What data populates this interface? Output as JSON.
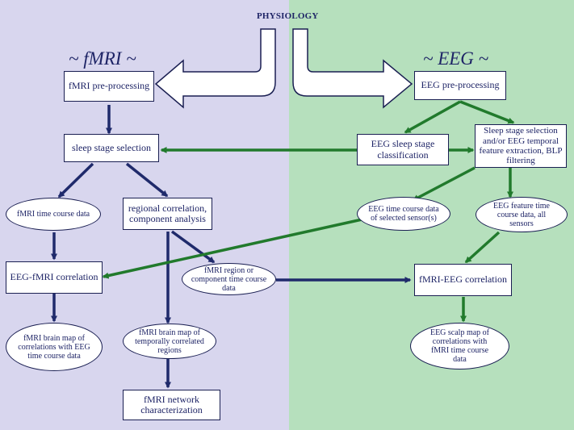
{
  "title": "PHYSIOLOGY",
  "headings": {
    "fmri": "~ fMRI ~",
    "eeg": "~ EEG ~"
  },
  "colors": {
    "fmri_panel": "#d8d6ee",
    "eeg_panel": "#b6e0bd",
    "fmri_arrow": "#1f2a6b",
    "eeg_arrow": "#217a2c",
    "border": "#1a1f52"
  },
  "nodes": {
    "fmri_pre": "fMRI pre-processing",
    "sleep_sel": "sleep stage selection",
    "fmri_tc": "fMRI time course data",
    "reg_corr": "regional correlation, component analysis",
    "eeg_fmri_corr": "EEG-fMRI correlation",
    "fmri_region_tc": "fMRI region or component time course data",
    "fmri_brain_corr": "fMRI brain map of correlations with EEG time course data",
    "fmri_brain_temporal": "fMRI brain map of temporally correlated regions",
    "fmri_network": "fMRI network characterization",
    "eeg_pre": "EEG pre-processing",
    "eeg_sleep_class": "EEG sleep stage classification",
    "sleep_sel_eeg": "Sleep stage selection and/or EEG temporal feature extraction, BLP filtering",
    "eeg_tc_selected": "EEG time course data of selected sensor(s)",
    "eeg_feature_tc": "EEG feature time course data, all sensors",
    "fmri_eeg_corr": "fMRI-EEG correlation",
    "eeg_scalp": "EEG scalp map of correlations with fMRI time course data"
  }
}
